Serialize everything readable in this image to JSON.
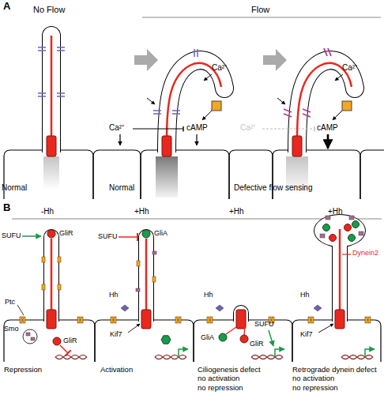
{
  "diagram": {
    "nodes": [
      {
        "text": [
          "Normal"
        ]
      },
      {
        "text": [
          "Normal"
        ]
      },
      {
        "text": [
          "Defective flow sensing"
        ]
      },
      {
        "text": [
          "Repression"
        ]
      },
      {
        "text": [
          "Activation"
        ]
      },
      {
        "text": [
          "Ciliogenesis defect",
          "no activation no repression"
        ]
      },
      {
        "text": [
          "Retrograde dynein defect",
          "no activation no repression"
        ]
      }
    ],
    "labels": [
      "A",
      "No Flow",
      "Flow",
      "Ca²⁺",
      "Ca²⁺",
      "Ca²⁺",
      "cAMP",
      "Ca²⁺",
      "cAMP",
      "B",
      "-Hh",
      "+Hh",
      "+Hh",
      "+Hh",
      "SUFU",
      "GliR",
      "Ptc",
      "Smo",
      "GliR",
      "SUFU",
      "GliA",
      "Hh",
      "Kif7",
      "Hh",
      "SUFU",
      "GliA",
      "GliR",
      "Hh",
      "Dynein2",
      "Kif7"
    ]
  }
}
